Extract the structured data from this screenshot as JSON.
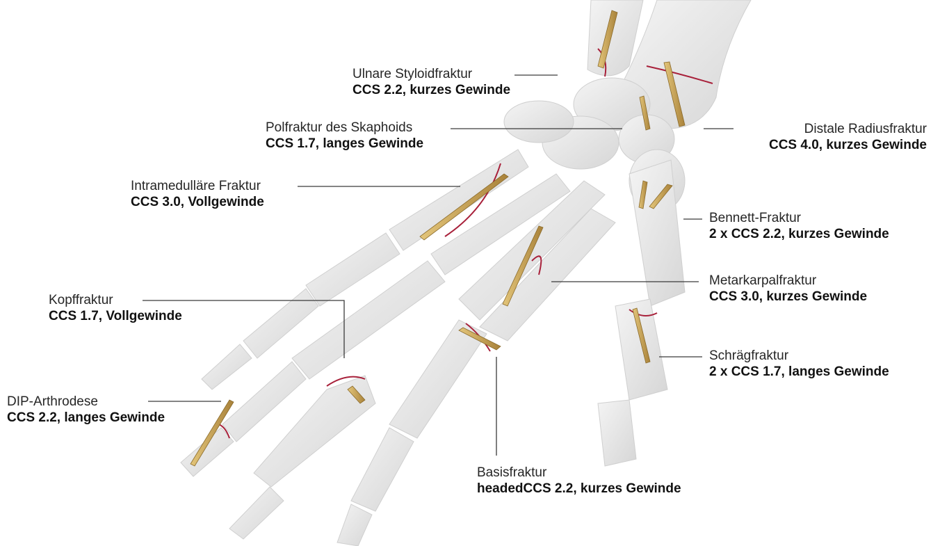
{
  "callouts": [
    {
      "id": "ulnare",
      "title": "Ulnare Styloidfraktur",
      "spec": "CCS 2.2, kurzes Gewinde"
    },
    {
      "id": "polfraktur",
      "title": "Polfraktur des Skaphoids",
      "spec": "CCS 1.7, langes Gewinde"
    },
    {
      "id": "intramedullaer",
      "title": "Intramedulläre Fraktur",
      "spec": "CCS 3.0, Vollgewinde"
    },
    {
      "id": "kopf",
      "title": "Kopffraktur",
      "spec": "CCS 1.7, Vollgewinde"
    },
    {
      "id": "dip",
      "title": "DIP-Arthrodese",
      "spec": "CCS 2.2, langes Gewinde"
    },
    {
      "id": "distale",
      "title": "Distale Radiusfraktur",
      "spec": "CCS 4.0, kurzes Gewinde"
    },
    {
      "id": "bennett",
      "title": "Bennett-Fraktur",
      "spec": "2 x CCS 2.2, kurzes Gewinde"
    },
    {
      "id": "metakarpal",
      "title": "Metarkarpalfraktur",
      "spec": "CCS 3.0, kurzes Gewinde"
    },
    {
      "id": "schraeg",
      "title": "Schrägfraktur",
      "spec": "2 x CCS 1.7, langes Gewinde"
    },
    {
      "id": "basis",
      "title": "Basisfraktur",
      "spec": "headedCCS 2.2, kurzes Gewinde"
    }
  ],
  "colors": {
    "bone": "#e9e9e9",
    "bone_shadow": "#c9c9c9",
    "screw": "#c9a24a",
    "fracture": "#a8203a",
    "leader": "#3a3a3a"
  }
}
